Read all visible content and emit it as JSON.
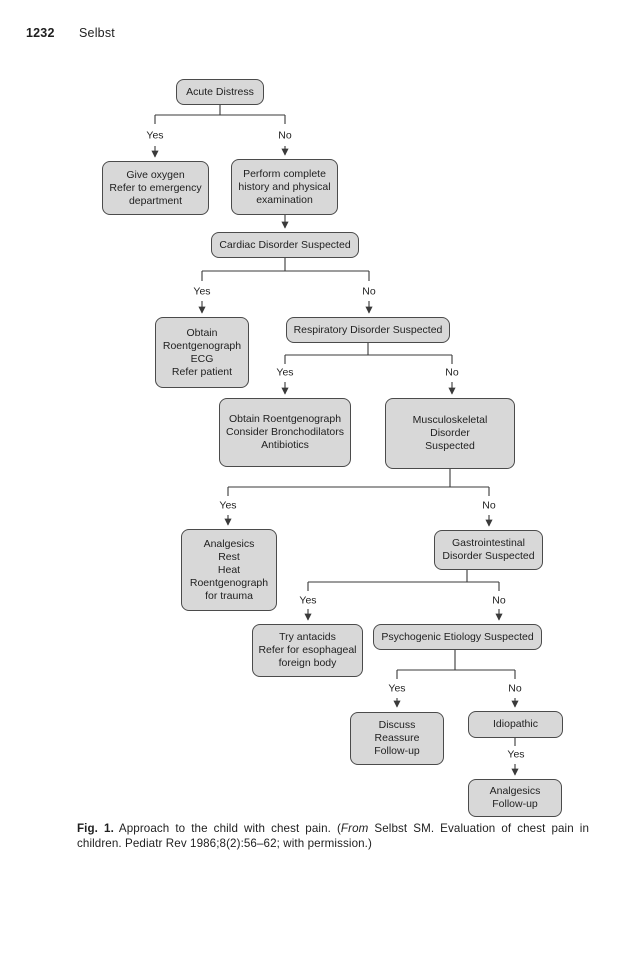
{
  "header": {
    "page_number": "1232",
    "author": "Selbst"
  },
  "labels": {
    "yes": "Yes",
    "no": "No"
  },
  "nodes": {
    "acute_distress": "Acute Distress",
    "give_oxygen": "Give oxygen\nRefer to emergency\ndepartment",
    "perform_complete": "Perform complete\nhistory and physical\nexamination",
    "cardiac": "Cardiac Disorder Suspected",
    "obtain_ecg": "Obtain\nRoentgenograph\nECG\nRefer patient",
    "respiratory": "Respiratory Disorder Suspected",
    "obtain_bronchodilators": "Obtain Roentgenograph\nConsider Bronchodilators\nAntibiotics",
    "musculoskeletal": "Musculoskeletal\nDisorder\nSuspected",
    "analgesics_trauma": "Analgesics\nRest\nHeat\nRoentgenograph\nfor trauma",
    "gastrointestinal": "Gastrointestinal\nDisorder Suspected",
    "try_antacids": "Try antacids\nRefer for esophageal\nforeign body",
    "psychogenic": "Psychogenic Etiology Suspected",
    "discuss": "Discuss\nReassure\nFollow-up",
    "idiopathic": "Idiopathic",
    "analgesics_followup": "Analgesics\nFollow-up"
  },
  "caption": {
    "fig_label": "Fig. 1.",
    "pre": "Approach to the child with chest pain. (",
    "italic": "From",
    "post": " Selbst SM. Evaluation of chest pain in children. Pediatr Rev 1986;8(2):56–62; with permission.)"
  },
  "colors": {
    "box_fill": "#d8d8d8",
    "box_border": "#4b4b4b",
    "line_color": "#3a3a3a",
    "text_color": "#1f1f1f"
  }
}
